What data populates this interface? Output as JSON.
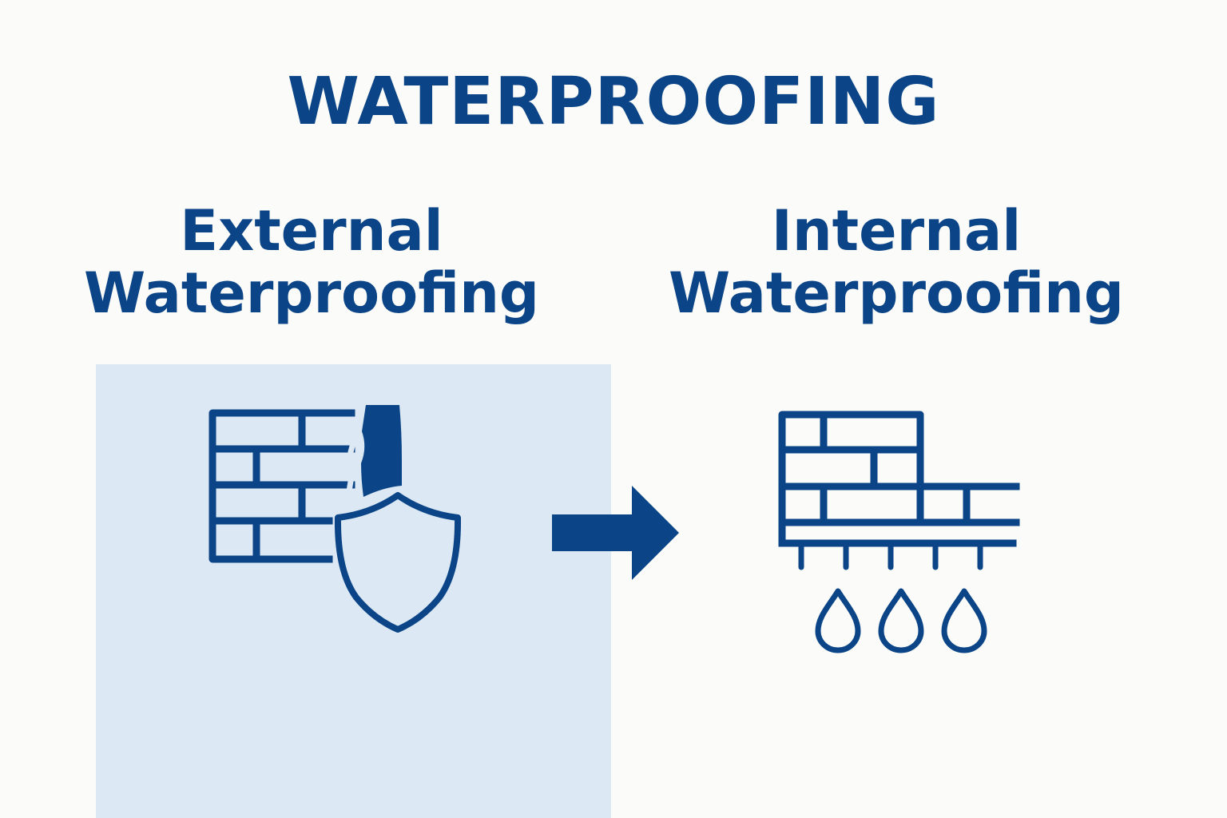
{
  "title": "WATERPROOFING",
  "external": {
    "title_line1": "External",
    "title_line2": "Waterproofing",
    "icons": [
      "brick-wall-icon",
      "shield-icon"
    ]
  },
  "internal": {
    "title_line1": "Internal",
    "title_line2": "Waterproofing",
    "icons": [
      "brick-wall-icon",
      "water-drops-icon"
    ]
  },
  "connector_icon": "arrow-right-icon",
  "colors": {
    "primary": "#0b4587",
    "panel": "#dce8f3",
    "background": "#fbfbf9"
  }
}
